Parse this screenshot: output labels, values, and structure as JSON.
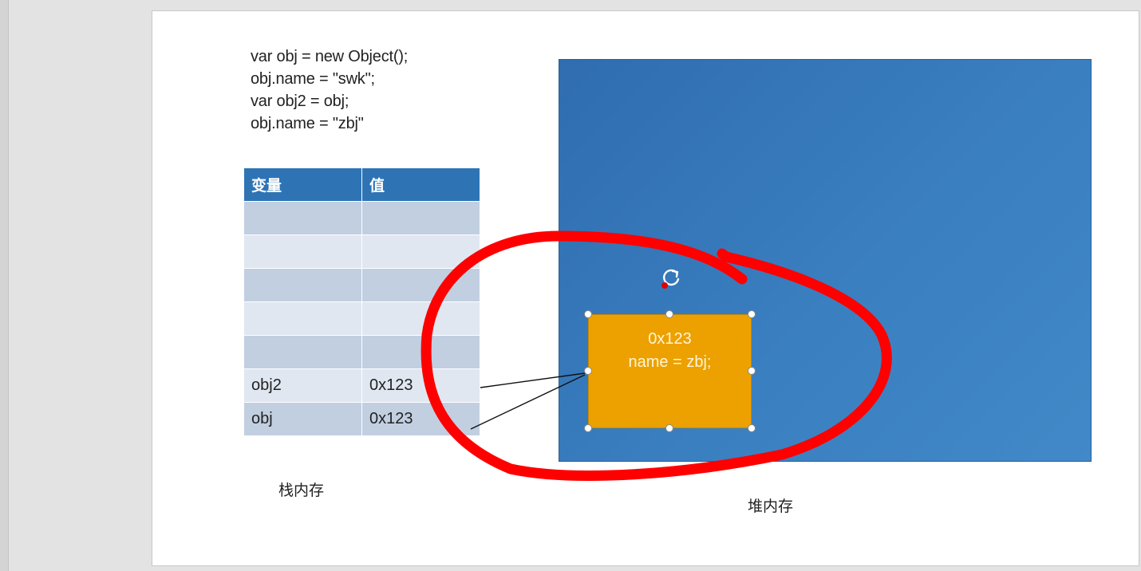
{
  "slide": {
    "code_lines": [
      "var obj = new Object();",
      "obj.name = \"swk\";",
      "var obj2 = obj;",
      "obj.name = \"zbj\""
    ],
    "table": {
      "headers": [
        "变量",
        "值"
      ],
      "rows": [
        [
          "",
          ""
        ],
        [
          "",
          ""
        ],
        [
          "",
          ""
        ],
        [
          "",
          ""
        ],
        [
          "",
          ""
        ],
        [
          "obj2",
          "0x123"
        ],
        [
          "obj",
          "0x123"
        ]
      ]
    },
    "stack_label": "栈内存",
    "heap_label": "堆内存",
    "heap_object": {
      "address": "0x123",
      "content": "name = zbj;"
    }
  },
  "colors": {
    "table_header": "#2e74b5",
    "row_dark": "#c1cfe1",
    "row_light": "#e0e7f1",
    "heap_fill": "#3a7fc0",
    "object_fill": "#eca100",
    "annotation_red": "#ff0000"
  }
}
